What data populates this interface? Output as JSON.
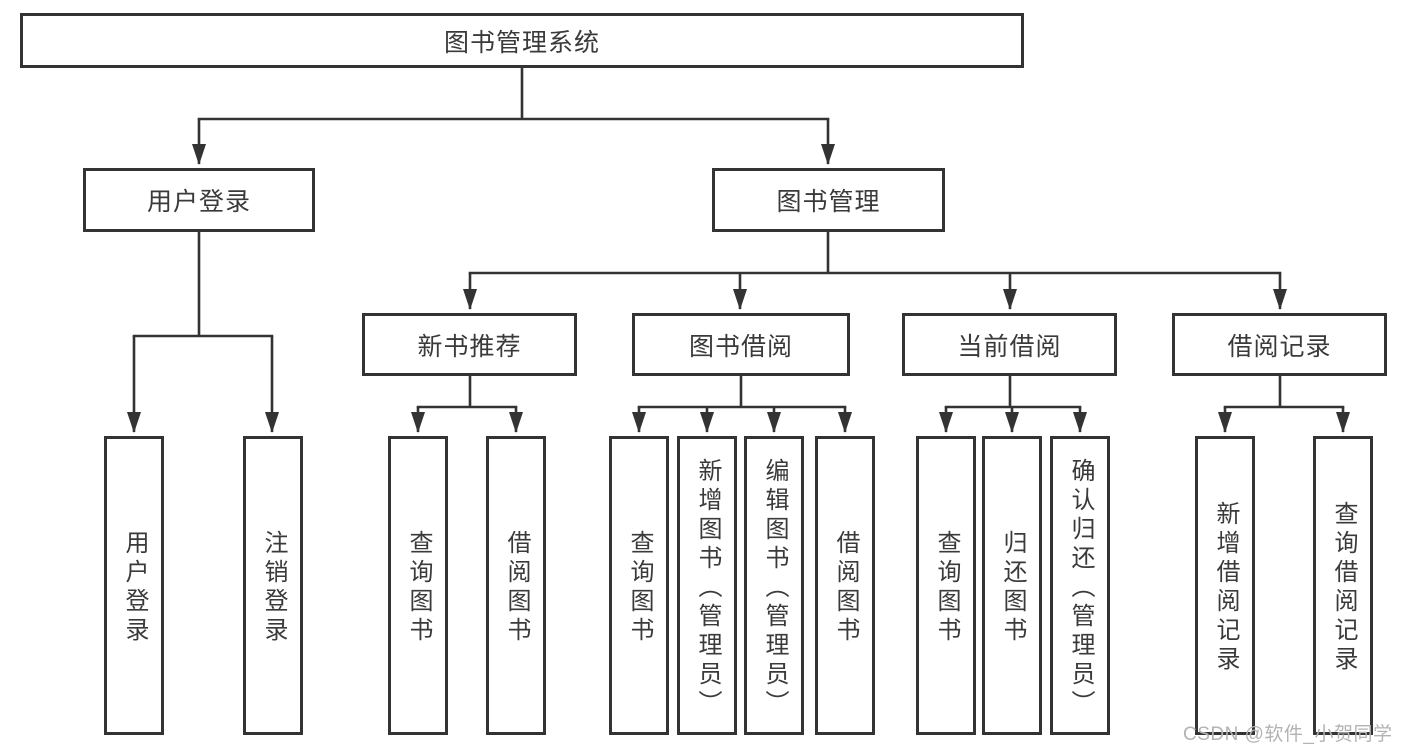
{
  "diagram_title": "图书管理系统",
  "nodes": {
    "root": "图书管理系统",
    "user_login": "用户登录",
    "book_mgmt": "图书管理",
    "new_book_rec": "新书推荐",
    "book_borrow": "图书借阅",
    "current_borrow": "当前借阅",
    "borrow_records": "借阅记录",
    "leaf_user_login": "用户登录",
    "leaf_logout": "注销登录",
    "leaf_nb_query": "查询图书",
    "leaf_nb_borrow": "借阅图书",
    "leaf_bb_query": "查询图书",
    "leaf_bb_add": "新增图书（管理员）",
    "leaf_bb_edit": "编辑图书（管理员）",
    "leaf_bb_borrow": "借阅图书",
    "leaf_cb_query": "查询图书",
    "leaf_cb_return": "归还图书",
    "leaf_cb_confirm": "确认归还（管理员）",
    "leaf_rec_add": "新增借阅记录",
    "leaf_rec_query": "查询借阅记录"
  },
  "hierarchy": {
    "图书管理系统": {
      "用户登录": [
        "用户登录",
        "注销登录"
      ],
      "图书管理": {
        "新书推荐": [
          "查询图书",
          "借阅图书"
        ],
        "图书借阅": [
          "查询图书",
          "新增图书（管理员）",
          "编辑图书（管理员）",
          "借阅图书"
        ],
        "当前借阅": [
          "查询图书",
          "归还图书",
          "确认归还（管理员）"
        ],
        "借阅记录": [
          "新增借阅记录",
          "查询借阅记录"
        ]
      }
    }
  },
  "watermark": "CSDN @软件_小贺同学",
  "colors": {
    "line": "#333333",
    "text": "#3a3a3a",
    "background": "#ffffff",
    "watermark": "#b3b3b3"
  }
}
